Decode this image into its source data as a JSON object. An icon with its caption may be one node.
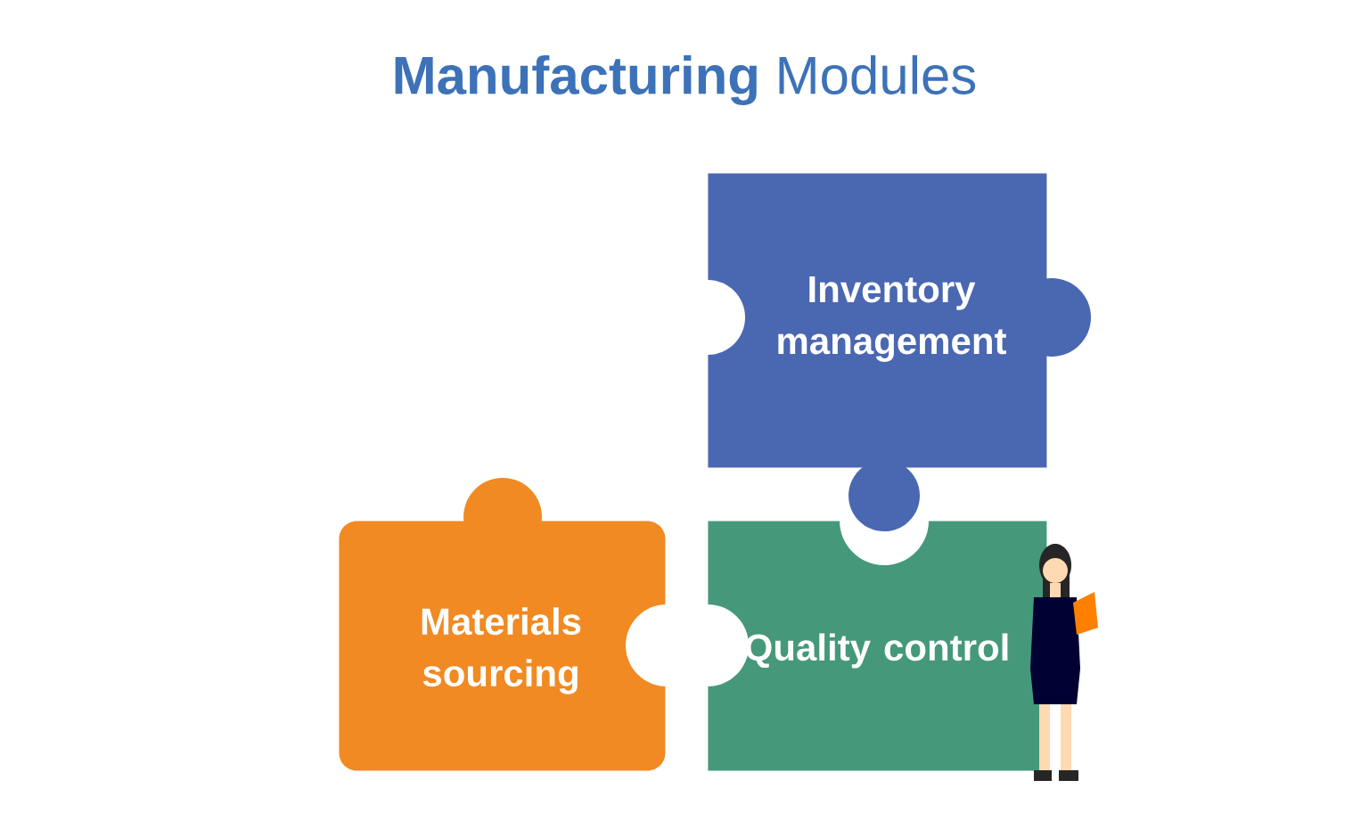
{
  "diagram": {
    "title": "**Manufacturing** Modules",
    "nodes": [
      {
        "text": [
          "Inventory management"
        ]
      },
      {
        "text": [
          "Materials sourcing"
        ]
      },
      {
        "text": [
          "Quality control"
        ]
      }
    ]
  }
}
